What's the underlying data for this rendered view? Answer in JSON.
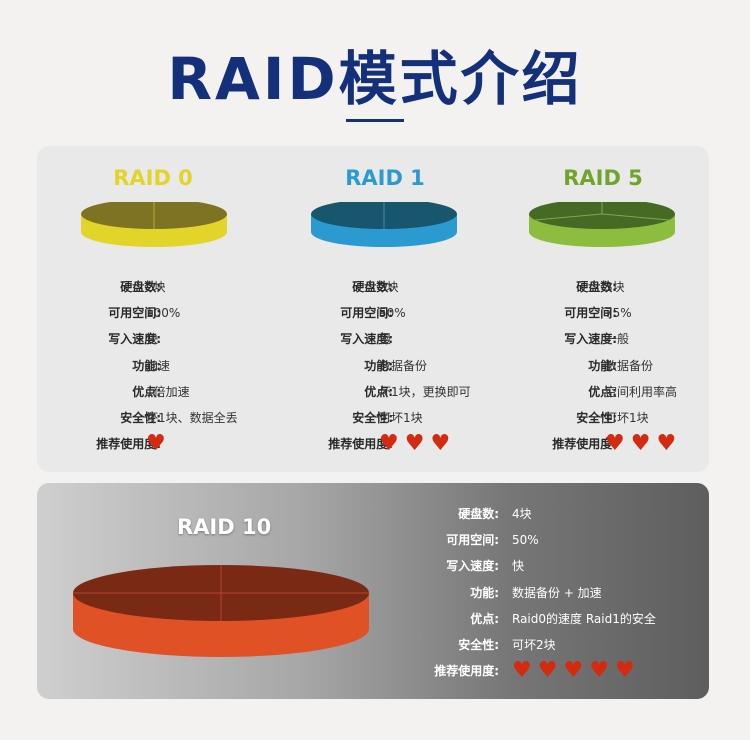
{
  "title": "RAID模式介绍",
  "labels": {
    "disks": "硬盘数:",
    "space": "可用空间:",
    "write": "写入速度:",
    "function": "功能:",
    "advantage": "优点:",
    "safety": "安全性:",
    "recommend": "推荐使用度:"
  },
  "raid0": {
    "name": "RAID 0",
    "color": "#e3d42a",
    "top_color": "#7e7323",
    "disks": "2块",
    "space": "100%",
    "write": "快",
    "function": "加速",
    "advantage": "1倍加速",
    "safety": "坏1块、数据全丢",
    "recommend": 1
  },
  "raid1": {
    "name": "RAID 1",
    "color": "#2b9ad1",
    "top_color": "#18566e",
    "disks": "2块",
    "space": "50%",
    "write": "慢",
    "function": "数据备份",
    "advantage": "坏1块，更换即可",
    "safety": "可坏1块",
    "recommend": 3
  },
  "raid5": {
    "name": "RAID 5",
    "color": "#8dbd3e",
    "top_color": "#466a24",
    "disks": "3块",
    "space": "75%",
    "write": "一般",
    "function": "数据备份",
    "advantage": "空间利用率高",
    "safety": "可坏1块",
    "recommend": 3
  },
  "raid10": {
    "name": "RAID 10",
    "color": "#e05225",
    "top_color": "#7a2a14",
    "disks": "4块",
    "space": "50%",
    "write": "快",
    "function": "数据备份 + 加速",
    "advantage": "Raid0的速度 Raid1的安全",
    "safety": "可坏2块",
    "recommend": 5
  },
  "colors": {
    "title": "#15307a",
    "heart": "#d42a10"
  },
  "icons": {
    "rating": "heart-icon"
  }
}
